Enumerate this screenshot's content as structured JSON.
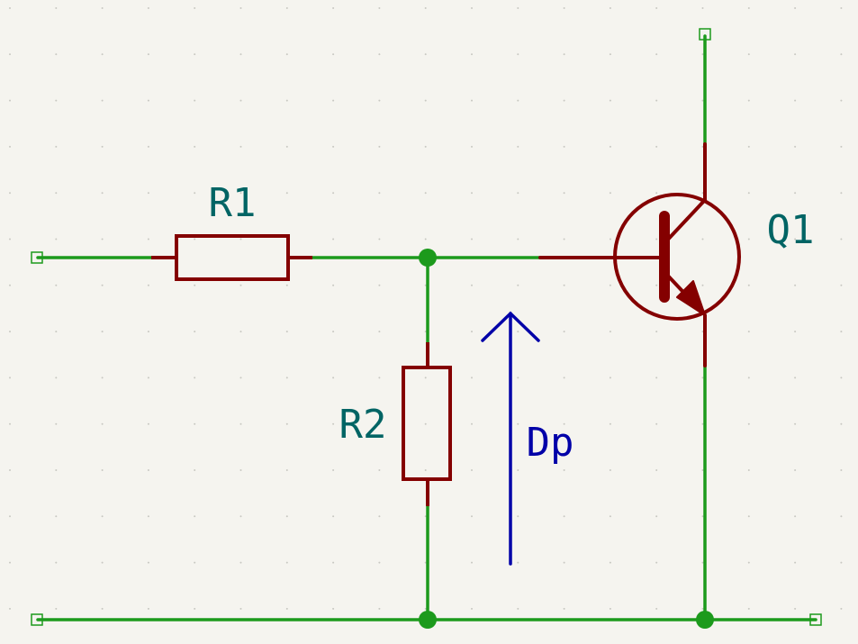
{
  "canvas": {
    "background": "#f5f4ef",
    "grid_dot_color": "#c8c8c2"
  },
  "colors": {
    "wire": "#1c9a1c",
    "component": "#840000",
    "reference_label": "#006464",
    "annotation": "#0000a8",
    "terminal": "#1c9a1c"
  },
  "components": {
    "r1": {
      "reference": "R1",
      "kind": "resistor"
    },
    "r2": {
      "reference": "R2",
      "kind": "resistor"
    },
    "q1": {
      "reference": "Q1",
      "kind": "npn-transistor"
    }
  },
  "annotation": {
    "label": "Dp",
    "kind": "voltage-arrow"
  }
}
